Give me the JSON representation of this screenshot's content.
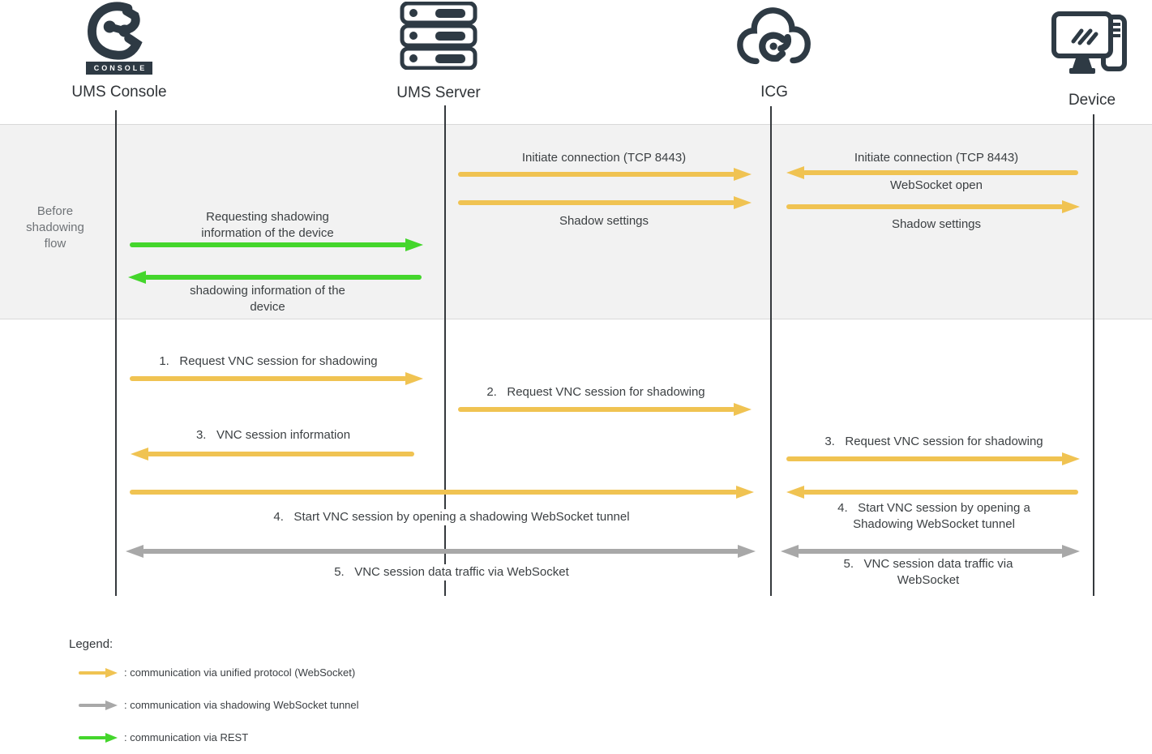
{
  "actors": [
    {
      "name": "UMS Console",
      "icon": "ums-console-icon",
      "badge": "CONSOLE"
    },
    {
      "name": "UMS Server",
      "icon": "server-stack-icon"
    },
    {
      "name": "ICG",
      "icon": "cloud-gateway-icon"
    },
    {
      "name": "Device",
      "icon": "device-monitor-icon"
    }
  ],
  "band": {
    "label": "Before\nshadowing\nflow"
  },
  "messages": {
    "req_shadow_info": "Requesting shadowing\ninformation of the device",
    "shadow_info": "shadowing information of the\ndevice",
    "init_conn_left": "Initiate connection (TCP 8443)",
    "shadow_settings_left": "Shadow settings",
    "init_conn_right": "Initiate connection (TCP 8443)",
    "websocket_open": "WebSocket open",
    "shadow_settings_right": "Shadow settings",
    "step1": "1.   Request VNC session for shadowing",
    "step2": "2.   Request VNC session for shadowing",
    "step3_left": "3.   VNC session information",
    "step3_right": "3.   Request VNC session for shadowing",
    "step4_left": "4.   Start VNC session by opening a shadowing WebSocket tunnel",
    "step4_right": "4.   Start VNC session by opening a\nShadowing WebSocket tunnel",
    "step5_left": "5.   VNC session data traffic via WebSocket",
    "step5_right": "5.   VNC session data traffic via\nWebSocket"
  },
  "legend": {
    "title": "Legend:",
    "items": [
      {
        "arrow_color": "yellow",
        "label": ": communication via unified protocol (WebSocket)"
      },
      {
        "arrow_color": "gray",
        "label": ": communication via shadowing WebSocket tunnel"
      },
      {
        "arrow_color": "green",
        "label": ": communication via REST"
      }
    ]
  },
  "colors": {
    "yellow": "#F0C352",
    "green": "#44D62C",
    "gray": "#A8A8A8",
    "icon_dark": "#2E3A44",
    "band_bg": "#F2F2F2"
  }
}
